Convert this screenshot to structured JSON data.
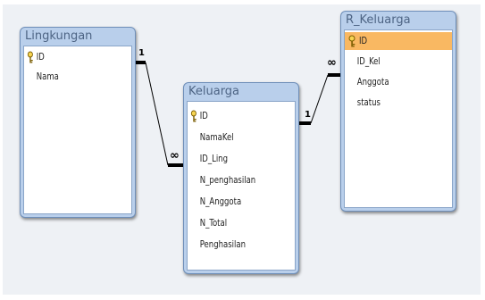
{
  "tables": {
    "lingkungan": {
      "title": "Lingkungan",
      "fields": [
        "ID",
        "Nama"
      ]
    },
    "keluarga": {
      "title": "Keluarga",
      "fields": [
        "ID",
        "NamaKel",
        "ID_Ling",
        "N_penghasilan",
        "N_Anggota",
        "N_Total",
        "Penghasilan"
      ]
    },
    "r_keluarga": {
      "title": "R_Keluarga",
      "fields": [
        "ID",
        "ID_Kel",
        "Anggota",
        "status"
      ],
      "selected_field": "ID"
    }
  },
  "relationships": [
    {
      "from_table": "Lingkungan",
      "from_field": "ID",
      "from_label": "1",
      "to_table": "Keluarga",
      "to_field": "ID_Ling",
      "to_label": "∞"
    },
    {
      "from_table": "Keluarga",
      "from_field": "ID",
      "from_label": "1",
      "to_table": "R_Keluarga",
      "to_field": "ID_Kel",
      "to_label": "∞"
    }
  ],
  "colors": {
    "title_bar": "#b9cfeb",
    "border": "#6f8fb9",
    "selected_row": "#f9b862",
    "canvas": "#eef1f5"
  },
  "icons": {
    "primary_key": "key-icon"
  }
}
